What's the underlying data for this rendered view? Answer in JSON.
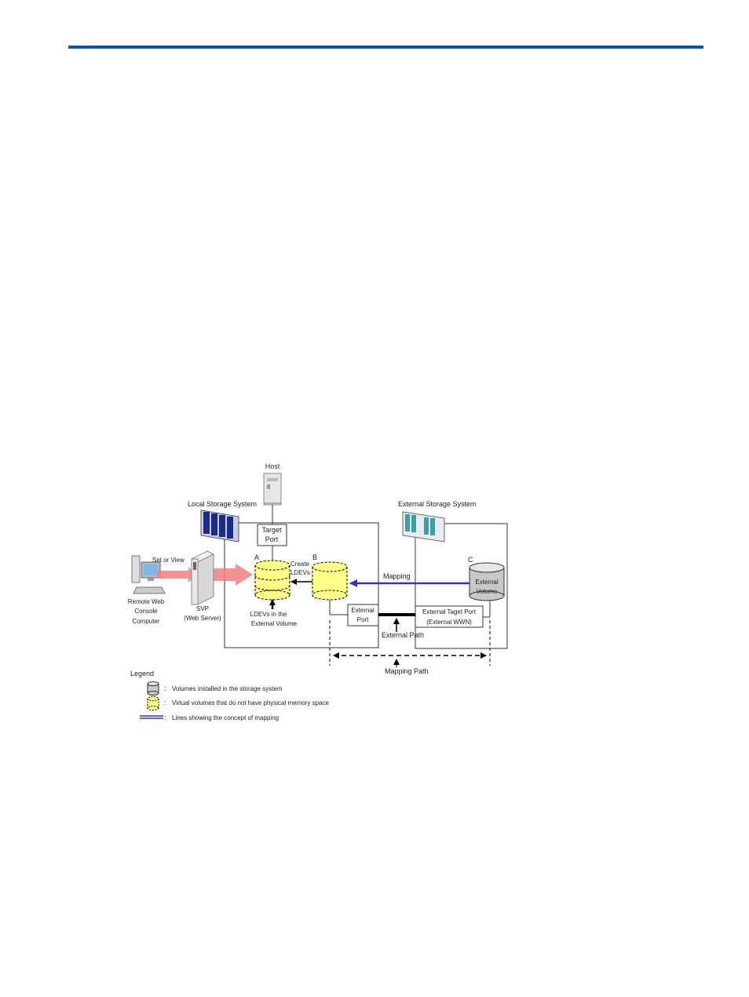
{
  "colors": {
    "top_rule": "#0a5aa0",
    "mapping_arrow": "#3333bb",
    "web_arrow": "#f08080",
    "virtual_volume_fill": "#ffff88",
    "physical_volume_fill": "#c8c8c8"
  },
  "labels": {
    "host": "Host",
    "local_storage": "Local Storage System",
    "external_storage": "External Storage System",
    "target_port_1": "Target",
    "target_port_2": "Port",
    "set_or_view": "Set or View",
    "letter_a": "A",
    "letter_b": "B",
    "letter_c": "C",
    "create_ldevs_1": "Create",
    "create_ldevs_2": "LDEVs",
    "mapping": "Mapping",
    "external_volume_1": "External",
    "external_volume_2": "Volume",
    "remote_1": "Remote Web",
    "remote_2": "Console",
    "remote_3": "Computer",
    "svp_1": "SVP",
    "svp_2": "(Web Server)",
    "ldevs_ext_1": "LDEVs in the",
    "ldevs_ext_2": "External Volume",
    "external_port_1": "External",
    "external_port_2": "Port",
    "ext_target_port_1": "External Taget Port",
    "ext_target_port_2": "(External WWN)",
    "external_path": "External Path",
    "mapping_path": "Mapping Path"
  },
  "legend": {
    "title": "Legend",
    "items": [
      {
        "icon": "physical-volume-icon",
        "text": "Volumes installed in the storage system"
      },
      {
        "icon": "virtual-volume-icon",
        "text": "Virtual volumes that do not have physical memory space"
      },
      {
        "icon": "mapping-line-icon",
        "text": "Lines showing the concept of mapping"
      }
    ]
  }
}
